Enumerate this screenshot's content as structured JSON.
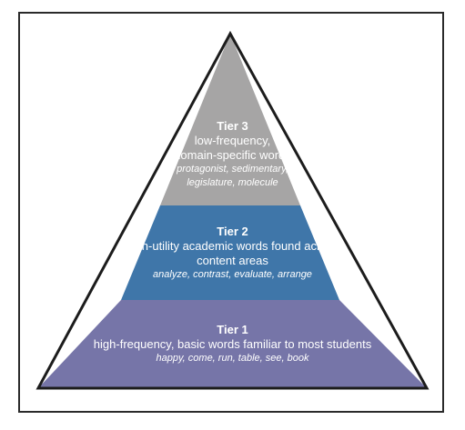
{
  "colors": {
    "tier3": "#a6a5a5",
    "tier2": "#3f76a9",
    "tier1": "#7675a8",
    "outline": "#1c1c1c"
  },
  "tiers": {
    "tier3": {
      "title": "Tier 3",
      "description": "low-frequency, domain-specific words",
      "examples": "protagonist, sedimentary, legislature, molecule"
    },
    "tier2": {
      "title": "Tier 2",
      "description": "high-utility academic words found across content areas",
      "examples": "analyze, contrast, evaluate, arrange"
    },
    "tier1": {
      "title": "Tier 1",
      "description": "high-frequency, basic words familiar to most students",
      "examples": "happy, come, run, table, see, book"
    }
  }
}
